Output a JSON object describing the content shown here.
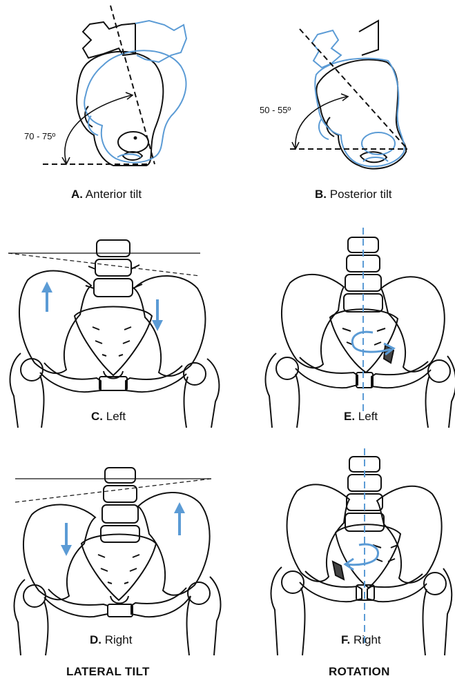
{
  "colors": {
    "ink": "#111111",
    "accent": "#5b9bd5",
    "background": "#ffffff"
  },
  "panels": {
    "a": {
      "letter": "A.",
      "caption": "Anterior tilt",
      "angle": "70 - 75º"
    },
    "b": {
      "letter": "B.",
      "caption": "Posterior tilt",
      "angle": "50 - 55º"
    },
    "c": {
      "letter": "C.",
      "caption": "Left"
    },
    "d": {
      "letter": "D.",
      "caption": "Right"
    },
    "e": {
      "letter": "E.",
      "caption": "Left"
    },
    "f": {
      "letter": "F.",
      "caption": "Right"
    }
  },
  "section_titles": {
    "left": "LATERAL TILT",
    "right": "ROTATION"
  }
}
